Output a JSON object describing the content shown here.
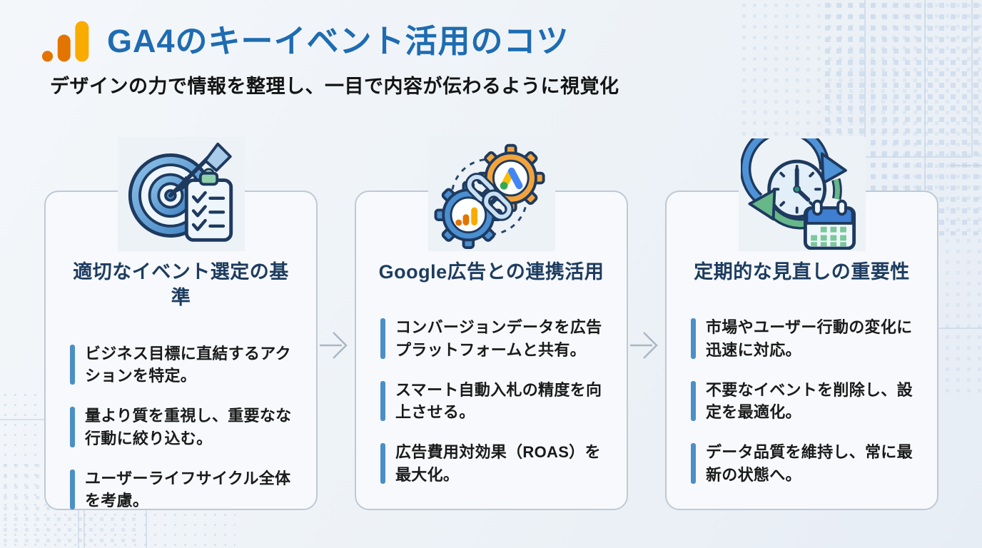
{
  "slide": {
    "title": "GA4のキーイベント活用のコツ",
    "subtitle": "デザインの力で情報を整理し、一目で内容が伝わるように視覚化",
    "logo_icon": "google-analytics-bars-icon"
  },
  "colors": {
    "title_blue": "#1E6CB2",
    "heading_navy": "#1D3C5F",
    "bullet_bar_blue": "#4B8FC6",
    "body_text": "#1A1A1A",
    "card_border": "#BFC9D4",
    "card_background": "#F7F9FC",
    "page_background": "#EDF2F7",
    "connector_gray": "#AAB7C4",
    "ga_orange": "#E37400",
    "ga_amber": "#F9AB00",
    "ads_yellow": "#FBBC04",
    "ads_blue": "#4285F4",
    "ads_green": "#34A853"
  },
  "connectors": [
    {
      "icon": "flow-arrow-icon"
    },
    {
      "icon": "flow-arrow-icon"
    }
  ],
  "cards": [
    {
      "icon": "target-checklist-icon",
      "title": "適切なイベント選定の基準",
      "bullets": [
        "ビジネス目標に直結するアクションを特定。",
        "量より質を重視し、重要なな行動に絞り込む。",
        "ユーザーライフサイクル全体を考慮。"
      ]
    },
    {
      "icon": "gears-link-icon",
      "title": "Google広告との連携活用",
      "bullets": [
        "コンバージョンデータを広告プラットフォームと共有。",
        "スマート自動入札の精度を向上させる。",
        "広告費用対効果（ROAS）を最大化。"
      ]
    },
    {
      "icon": "clock-calendar-cycle-icon",
      "title": "定期的な見直しの重要性",
      "bullets": [
        "市場やユーザー行動の変化に迅速に対応。",
        "不要なイベントを削除し、設定を最適化。",
        "データ品質を維持し、常に最新の状態へ。"
      ]
    }
  ]
}
